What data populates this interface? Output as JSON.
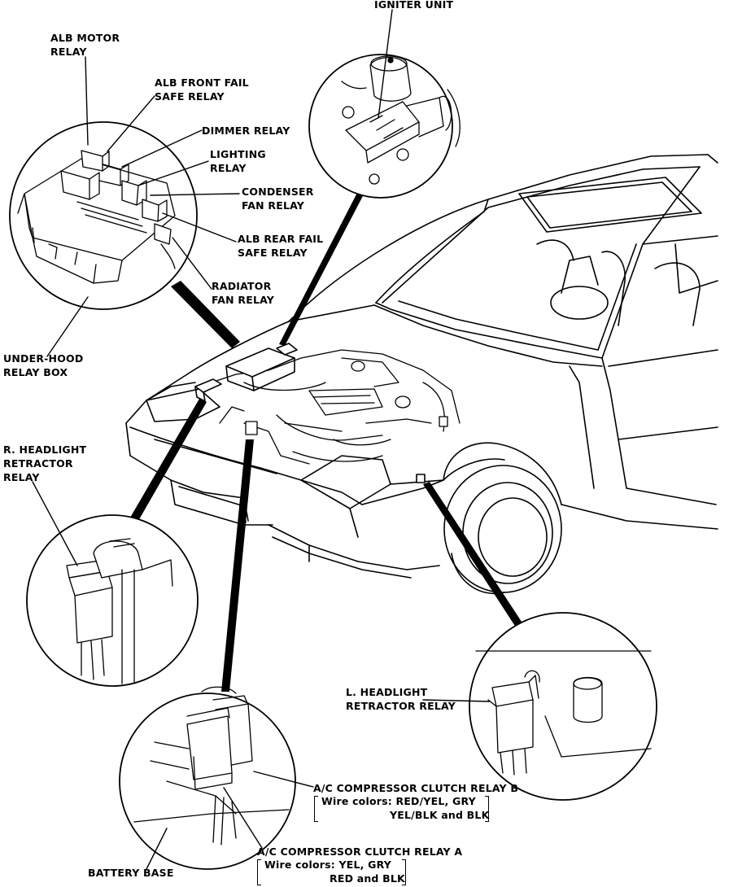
{
  "labels": {
    "igniter": "IGNITER UNIT",
    "alb_motor": "ALB MOTOR\nRELAY",
    "alb_front": "ALB FRONT FAIL\nSAFE RELAY",
    "dimmer": "DIMMER RELAY",
    "lighting": "LIGHTING\nRELAY",
    "condenser": "CONDENSER\nFAN RELAY",
    "alb_rear": "ALB REAR FAIL\nSAFE RELAY",
    "radiator": "RADIATOR\nFAN RELAY",
    "underhood": "UNDER-HOOD\nRELAY BOX",
    "r_headlight": "R. HEADLIGHT\nRETRACTOR\nRELAY",
    "l_headlight": "L. HEADLIGHT\nRETRACTOR RELAY",
    "ac_b_title": "A/C COMPRESSOR CLUTCH RELAY B",
    "ac_b_wires1": "Wire colors: RED/YEL, GRY",
    "ac_b_wires2": "YEL/BLK and BLK",
    "ac_a_title": "A/C COMPRESSOR CLUTCH RELAY A",
    "ac_a_wires1": "Wire colors: YEL, GRY",
    "ac_a_wires2": "RED and BLK",
    "battery": "BATTERY BASE"
  }
}
